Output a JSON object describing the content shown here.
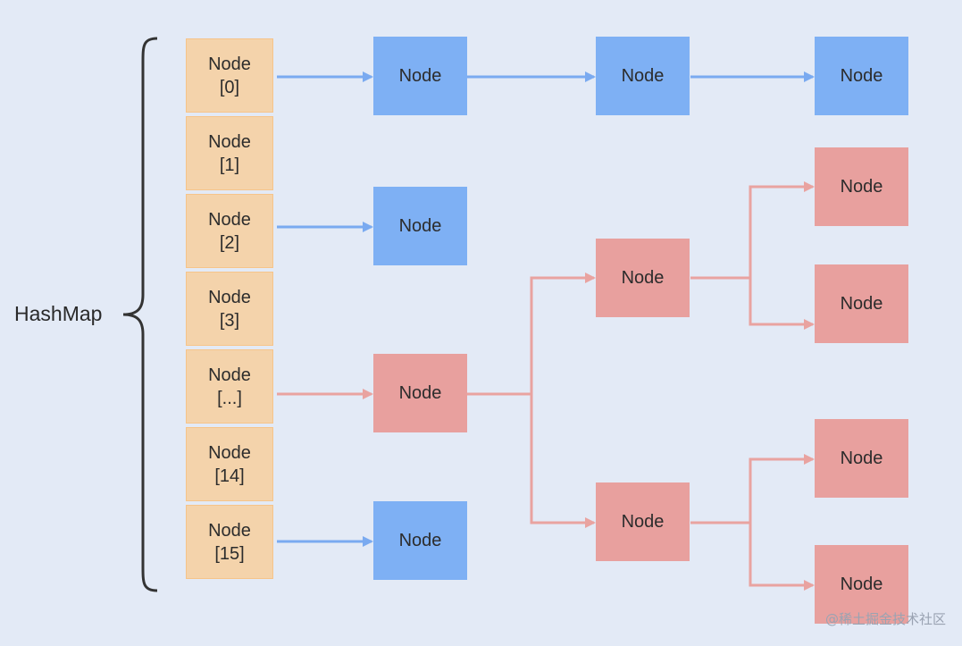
{
  "title": "HashMap",
  "buckets": [
    {
      "name": "Node",
      "index": "[0]"
    },
    {
      "name": "Node",
      "index": "[1]"
    },
    {
      "name": "Node",
      "index": "[2]"
    },
    {
      "name": "Node",
      "index": "[3]"
    },
    {
      "name": "Node",
      "index": "[...]"
    },
    {
      "name": "Node",
      "index": "[14]"
    },
    {
      "name": "Node",
      "index": "[15]"
    }
  ],
  "node_label": "Node",
  "bucket_color": "#f4d3ab",
  "list_node_color": "#7eb0f4",
  "tree_node_color": "#e8a09e",
  "list_arrow_color": "#7aaaf0",
  "tree_arrow_color": "#e9a3a0",
  "watermark": "@稀土掘金技术社区"
}
